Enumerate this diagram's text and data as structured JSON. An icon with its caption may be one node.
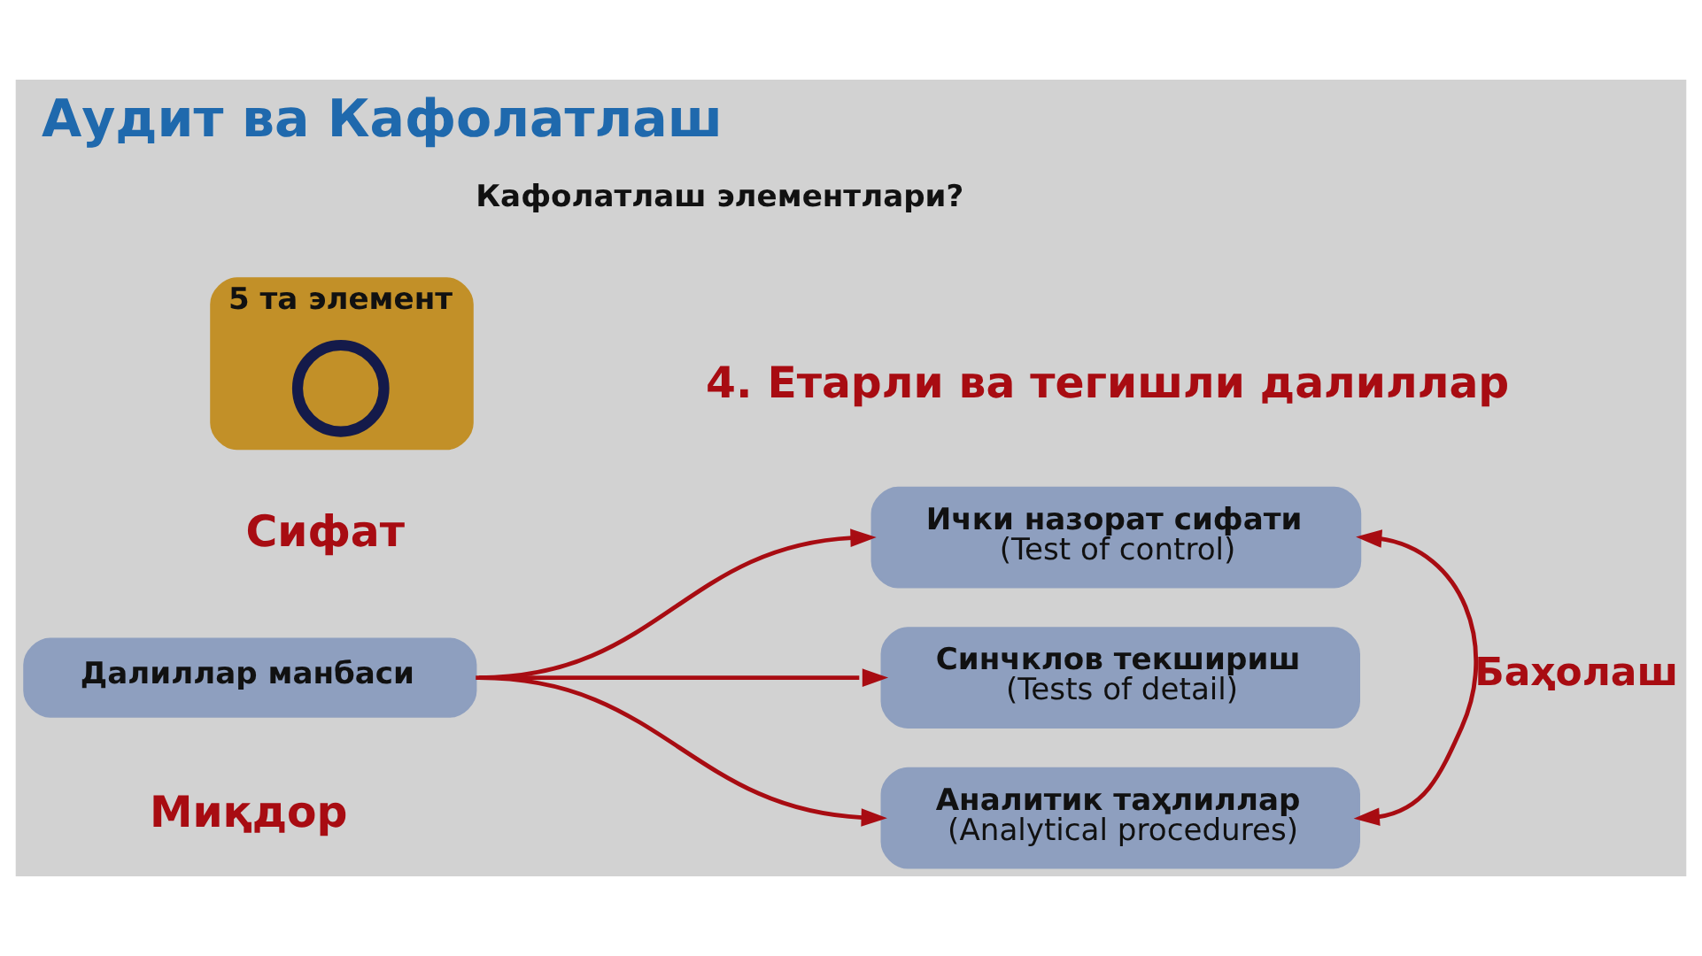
{
  "diagram": {
    "title": "Аудит ва Кафолатлаш",
    "nodes": [
      {
        "text": [
          "5 та элемент"
        ]
      },
      {
        "text": [],
        "shape": "circle",
        "in": 0
      },
      {
        "text": [
          "Далиллар манбаси"
        ]
      },
      {
        "text": [
          "Ички назорат сифати",
          "(Test of control)"
        ]
      },
      {
        "text": [
          "Синчклов текшириш",
          "(Tests of detail)"
        ]
      },
      {
        "text": [
          "Аналитик таҳлиллар",
          "(Analytical procedures)"
        ]
      }
    ],
    "edges": [
      {
        "from": 2,
        "to": 3,
        "arrow": "to"
      },
      {
        "from": 2,
        "to": 4,
        "arrow": "to"
      },
      {
        "from": 2,
        "to": 5,
        "arrow": "to"
      },
      {
        "from": 3,
        "to": 5,
        "arrow": "both",
        "label": "Баҳолаш"
      }
    ],
    "labels": [
      "Кафолатлаш элементлари?",
      "4. Етарли ва тегишли далиллар",
      "Сифат",
      "Миқдор"
    ]
  }
}
